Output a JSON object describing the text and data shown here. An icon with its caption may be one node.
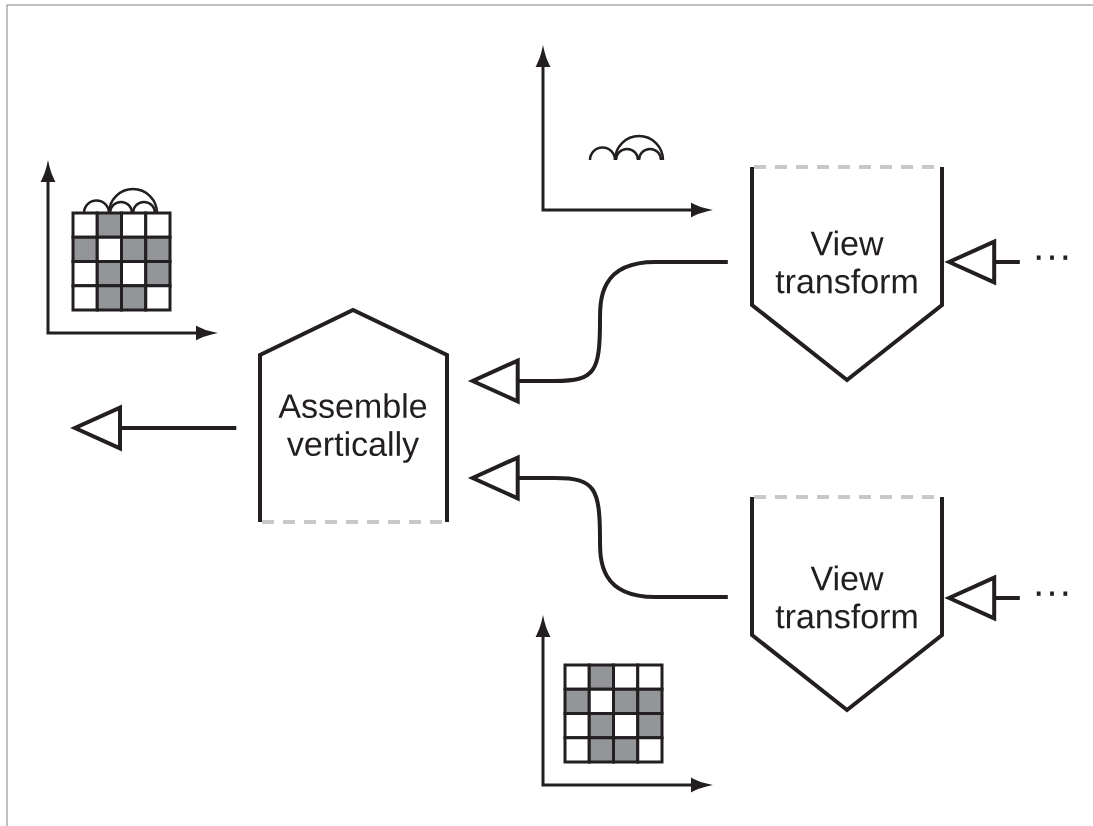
{
  "diagram": {
    "nodes": [
      {
        "text": [
          "Assemble vertically"
        ]
      },
      {
        "text": [
          "View transform"
        ]
      },
      {
        "text": [
          "View transform"
        ]
      },
      {
        "text": [
          "···"
        ]
      },
      {
        "text": [
          "···"
        ]
      }
    ],
    "edges": [
      {
        "from": 1,
        "to": 0,
        "arrow": "to"
      },
      {
        "from": 2,
        "to": 0,
        "arrow": "to"
      },
      {
        "from": 0,
        "to": null,
        "arrow": "to"
      },
      {
        "from": 3,
        "to": 1,
        "arrow": "to"
      },
      {
        "from": 4,
        "to": 2,
        "arrow": "to"
      }
    ]
  }
}
